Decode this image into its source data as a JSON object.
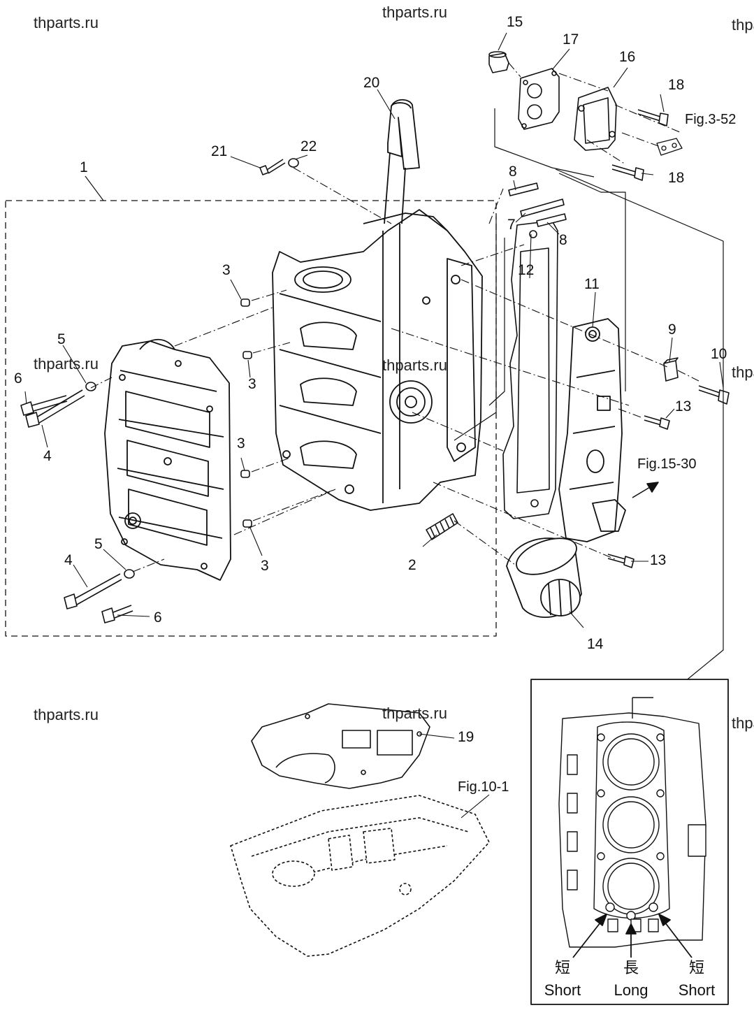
{
  "watermark": "thparts.ru",
  "callouts": [
    "1",
    "2",
    "3",
    "4",
    "5",
    "6",
    "7",
    "8",
    "9",
    "10",
    "11",
    "12",
    "13",
    "14",
    "15",
    "16",
    "17",
    "18",
    "19",
    "20",
    "21",
    "22"
  ],
  "fig_refs": {
    "fig_3_52": "Fig.3-52",
    "fig_15_30": "Fig.15-30",
    "fig_10_1": "Fig.10-1"
  },
  "inset": {
    "left_kanji": "短",
    "left_label": "Short",
    "middle_kanji": "長",
    "middle_label": "Long",
    "right_kanji": "短",
    "right_label": "Short"
  }
}
